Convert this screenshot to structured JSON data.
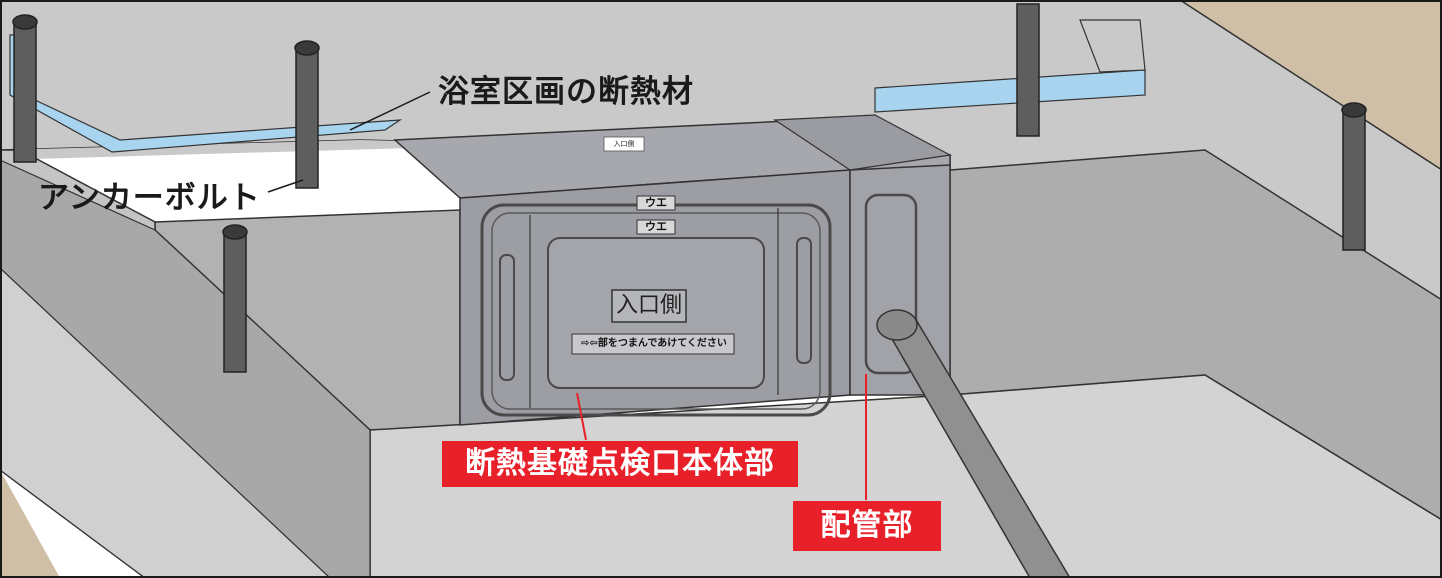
{
  "labels": {
    "insulation": "浴室区画の断熱材",
    "anchor_bolt": "アンカーボルト",
    "inspection_body": "断熱基礎点検口本体部",
    "piping": "配管部"
  },
  "panel_text": {
    "top_tag": "ウエ",
    "inner_tag": "ウエ",
    "entrance_side": "入口側",
    "instruction": "部をつまんであけてください",
    "small_sticker": "入口側"
  },
  "colors": {
    "accent_red": "#e8202a",
    "insulation_blue": "#a8d4ef",
    "concrete": "#c8c8c8",
    "soil": "#cfbfa6",
    "panel_gray": "#9c9ea3"
  }
}
